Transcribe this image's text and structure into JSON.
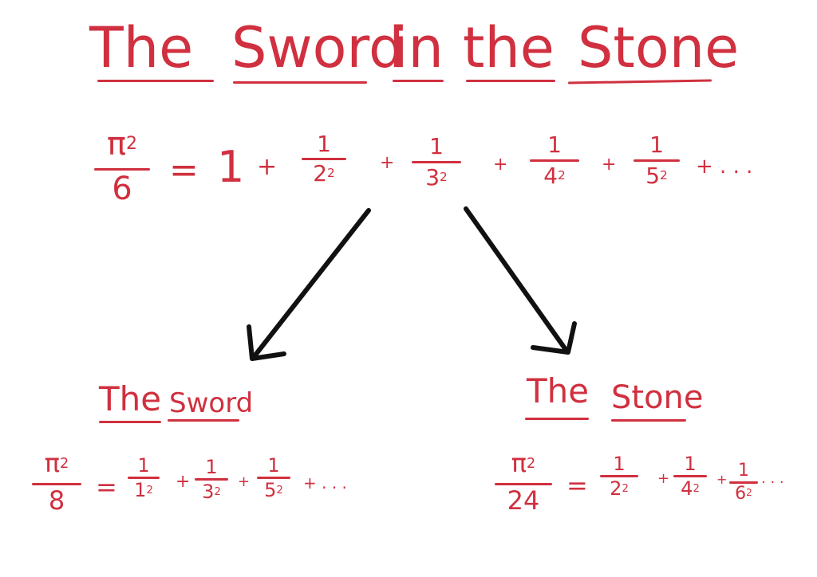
{
  "title_words": [
    "The",
    "Sword",
    "in",
    "the",
    "Stone"
  ],
  "main_eq": {
    "lhs_num": "π",
    "lhs_exp": "2",
    "lhs_den": "6",
    "eq": "=",
    "one": "1",
    "plus": "+",
    "terms": [
      {
        "num": "1",
        "base": "2",
        "exp": "2"
      },
      {
        "num": "1",
        "base": "3",
        "exp": "2"
      },
      {
        "num": "1",
        "base": "4",
        "exp": "2"
      },
      {
        "num": "1",
        "base": "5",
        "exp": "2"
      }
    ],
    "tail": "+ . . ."
  },
  "sword": {
    "title_a": "The",
    "title_b": "Sword",
    "lhs_num": "π",
    "lhs_exp": "2",
    "lhs_den": "8",
    "eq": "=",
    "plus": "+",
    "terms": [
      {
        "num": "1",
        "base": "1",
        "exp": "2"
      },
      {
        "num": "1",
        "base": "3",
        "exp": "2"
      },
      {
        "num": "1",
        "base": "5",
        "exp": "2"
      }
    ],
    "tail": "+ . . ."
  },
  "stone": {
    "title_a": "The",
    "title_b": "Stone",
    "lhs_num": "π",
    "lhs_exp": "2",
    "lhs_den": "24",
    "eq": "=",
    "plus": "+",
    "terms": [
      {
        "num": "1",
        "base": "2",
        "exp": "2"
      },
      {
        "num": "1",
        "base": "4",
        "exp": "2"
      },
      {
        "num": "1",
        "base": "6",
        "exp": "2"
      }
    ],
    "tail": ". . ."
  },
  "colors": {
    "ink": "#d0303f",
    "arrow": "#111111"
  }
}
